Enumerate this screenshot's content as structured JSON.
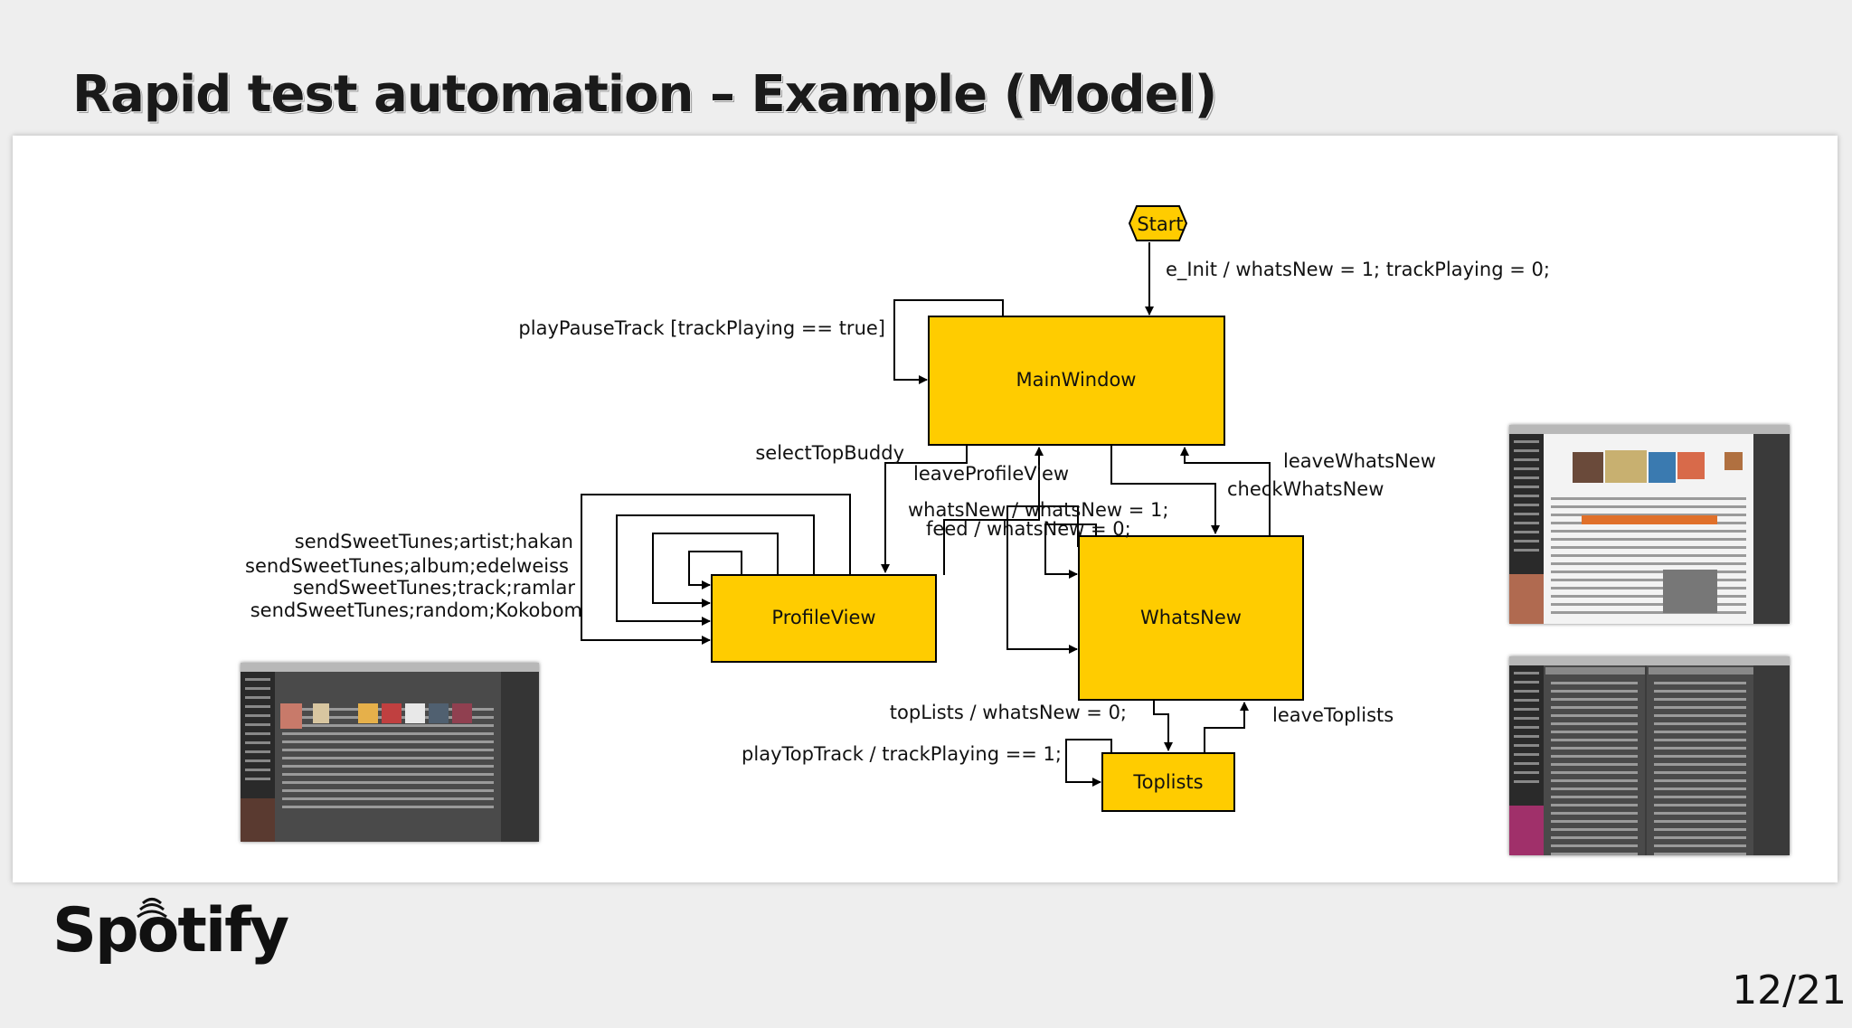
{
  "slide": {
    "title": "Rapid test automation – Example (Model)",
    "page_number": "12/21",
    "logo_text": "Spotify",
    "logo_icon": "spotify-sound-waves-icon"
  },
  "colors": {
    "state_fill": "#FFCC00",
    "state_stroke": "#000000",
    "background": "#EEEEEE",
    "panel": "#FFFFFF"
  },
  "diagram": {
    "states": {
      "start": "Start",
      "main_window": "MainWindow",
      "profile_view": "ProfileView",
      "whats_new": "WhatsNew",
      "toplists": "Toplists"
    },
    "transitions": {
      "e_init": "e_Init / whatsNew = 1; trackPlaying = 0;",
      "play_pause_track": "playPauseTrack [trackPlaying == true]",
      "select_top_buddy": "selectTopBuddy",
      "leave_profile_view": "leaveProfileView",
      "leave_whats_new": "leaveWhatsNew",
      "check_whats_new": "checkWhatsNew",
      "whats_new_line1": "whatsNew / whatsNew = 1;",
      "whats_new_line2": "feed / whatsNew = 0;",
      "send_artist": "sendSweetTunes;artist;hakan",
      "send_album": "sendSweetTunes;album;edelweiss",
      "send_track": "sendSweetTunes;track;ramlar",
      "send_random": "sendSweetTunes;random;Kokobom",
      "top_lists": "topLists / whatsNew = 0;",
      "leave_toplists": "leaveToplists",
      "play_top_track": "playTopTrack / trackPlaying == 1;"
    }
  }
}
